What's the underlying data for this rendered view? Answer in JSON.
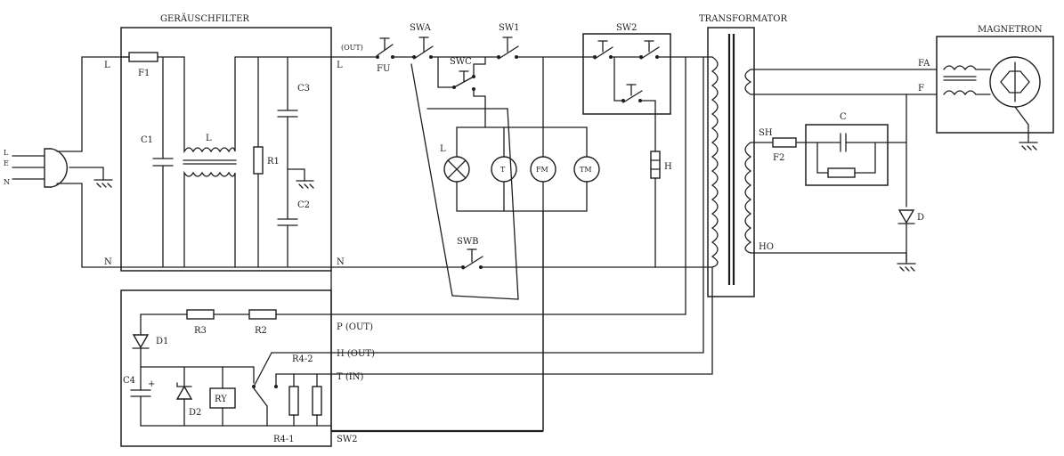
{
  "blocks": {
    "filter_title": "GERÄUSCHFILTER",
    "transformer_title": "TRANSFORMATOR",
    "magnetron_title": "MAGNETRON"
  },
  "labels": {
    "F1": "F1",
    "C1": "C1",
    "L_coil": "L",
    "R1": "R1",
    "C3": "C3",
    "C2": "C2",
    "L_in": "L",
    "N_in": "N",
    "L_out": "L",
    "N_out": "N",
    "out_tag": "(OUT)",
    "FU": "FU",
    "SWA": "SWA",
    "SWC": "SWC",
    "SW1": "SW1",
    "SW2": "SW2",
    "SWB": "SWB",
    "lamp": "L",
    "timer": "T",
    "fan": "FM",
    "turntable": "TM",
    "heater": "H",
    "SH": "SH",
    "F2": "F2",
    "C": "C",
    "D": "D",
    "FA": "FA",
    "F": "F",
    "HO": "HO",
    "D1": "D1",
    "R3": "R3",
    "R2": "R2",
    "C4": "C4",
    "D2": "D2",
    "RY": "RY",
    "R4_2": "R4-2",
    "R4_1": "R4-1",
    "P_out": "P (OUT)",
    "H_out": "H (OUT)",
    "T_in": "T (IN)",
    "SW2_term": "SW2",
    "plug_L": "L",
    "plug_E": "E",
    "plug_N": "N"
  }
}
